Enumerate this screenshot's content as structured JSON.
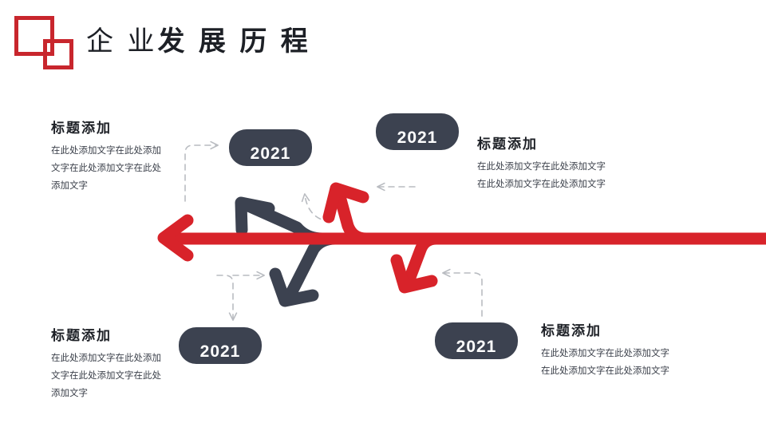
{
  "header": {
    "title_light": "企 业",
    "title_bold": "发 展 历 程",
    "title_full": "企 业发 展 历 程",
    "logo_name": "overlapping-squares-logo"
  },
  "colors": {
    "accent_red": "#d8232a",
    "logo_red": "#c8262d",
    "dark_navy": "#3c4250",
    "dashed_gray": "#b9bcc1",
    "title_dark": "#1d2026",
    "body_text": "#3d424c",
    "background": "#ffffff"
  },
  "blocks": {
    "top_left": {
      "title": "标题添加",
      "lines": [
        "在此处添加文字在此处添加",
        "文字在此处添加文字在此处",
        "添加文字"
      ]
    },
    "top_right": {
      "title": "标题添加",
      "lines": [
        "在此处添加文字在此处添加文字",
        "在此处添加文字在此处添加文字"
      ]
    },
    "bottom_left": {
      "title": "标题添加",
      "lines": [
        "在此处添加文字在此处添加",
        "文字在此处添加文字在此处",
        "添加文字"
      ]
    },
    "bottom_right": {
      "title": "标题添加",
      "lines": [
        "在此处添加文字在此处添加文字",
        "在此处添加文字在此处添加文字"
      ]
    }
  },
  "milestones": [
    {
      "id": "pill-1",
      "year": "2021",
      "position": "top-left"
    },
    {
      "id": "pill-2",
      "year": "2021",
      "position": "top-right"
    },
    {
      "id": "pill-3",
      "year": "2021",
      "position": "bottom-left"
    },
    {
      "id": "pill-4",
      "year": "2021",
      "position": "bottom-right"
    }
  ],
  "diagram": {
    "name": "timeline-arrow-diagram",
    "main_arrow": "red-horizontal-arrow-pointing-left",
    "branches": [
      "navy-branch-arrow-up-left",
      "navy-branch-arrow-down-right",
      "red-branch-arrow-up-left",
      "red-branch-arrow-down-left"
    ],
    "connectors": [
      "dashed-connector-top-left",
      "dashed-connector-top-right",
      "dashed-connector-bottom-left",
      "dashed-connector-bottom-right"
    ]
  }
}
